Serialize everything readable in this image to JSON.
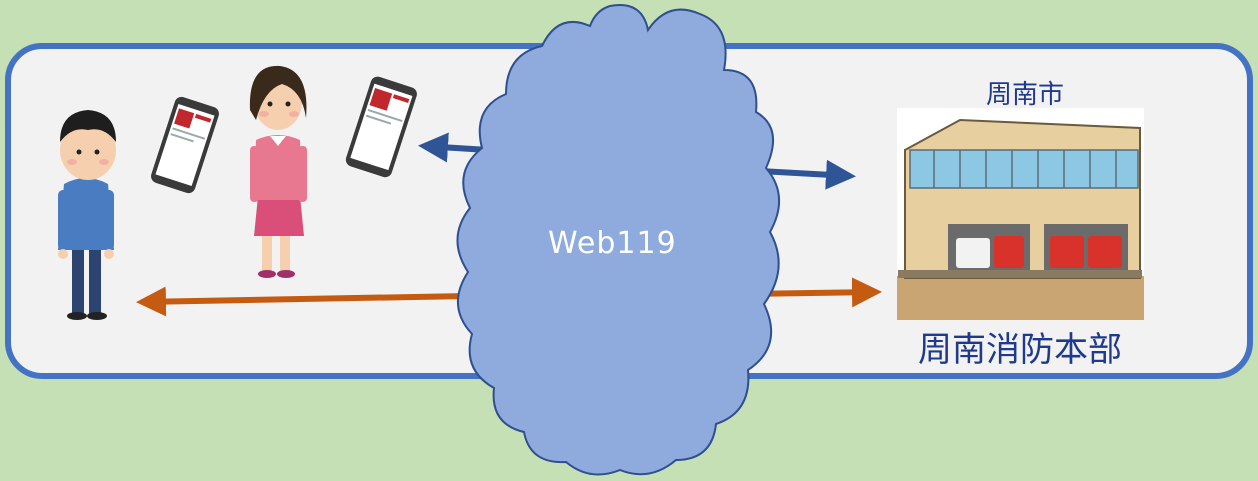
{
  "labels": {
    "city": "周南市",
    "fire_hq": "周南消防本部",
    "service": "Web119"
  },
  "colors": {
    "background": "#c5e0b4",
    "panel_fill": "#f2f2f2",
    "panel_border": "#4472c4",
    "cloud_fill": "#8faadc",
    "cloud_stroke": "#2f4f8f",
    "arrow_blue": "#2f5597",
    "arrow_orange": "#c55a11",
    "label_text": "#1f3a8c"
  },
  "icons": [
    "man-icon",
    "woman-icon",
    "smartphone-icon",
    "fire-station-icon",
    "cloud-icon"
  ]
}
